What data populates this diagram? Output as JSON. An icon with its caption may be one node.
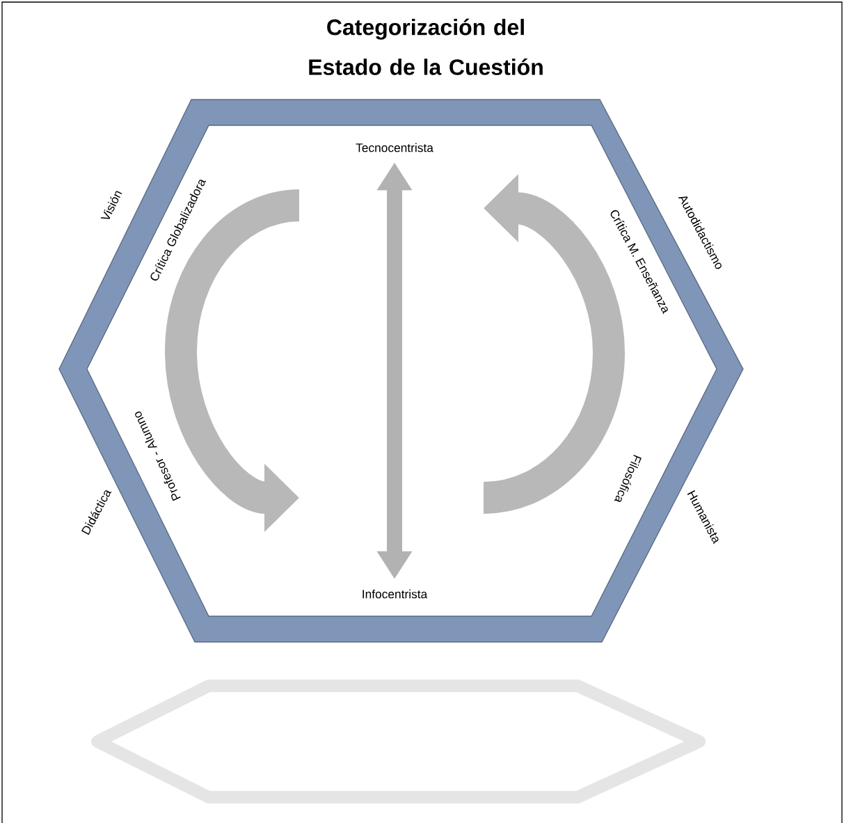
{
  "diagram": {
    "title": "Categorización del Estado de la Cuestión",
    "nodes": [
      {
        "text": [
          "Tecnocentrista"
        ]
      },
      {
        "text": [
          "Infocentrista"
        ]
      }
    ],
    "edges": [
      {
        "from": 0,
        "to": 1,
        "arrow": "both"
      }
    ],
    "labels": [
      "Visión",
      "Crítica Globalizadora",
      "Autodidactismo",
      "Crítica M. Enseñanza",
      "Didáctica",
      "Profesor - Alumno",
      "Filosófica",
      "Humanista"
    ]
  }
}
